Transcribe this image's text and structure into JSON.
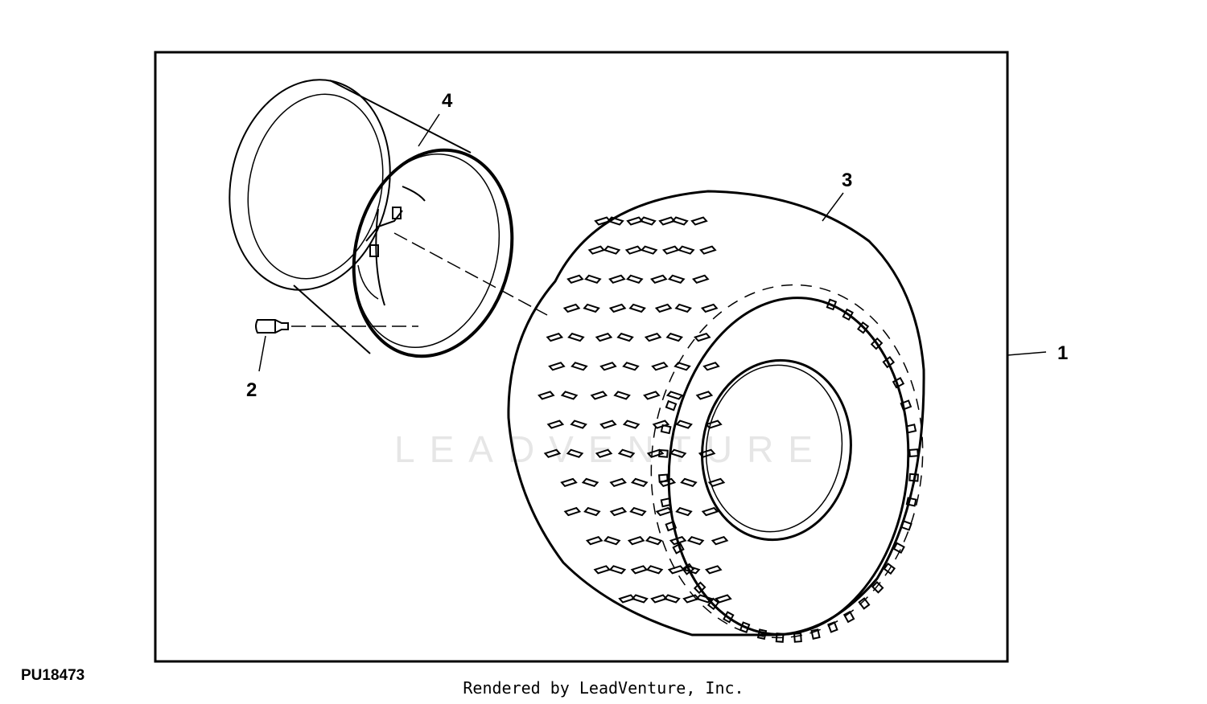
{
  "diagram": {
    "figure_id": "PU18473",
    "credit": "Rendered by LeadVenture, Inc.",
    "watermark": "LEADVENTURE",
    "callouts": [
      {
        "id": "1",
        "label": "1"
      },
      {
        "id": "2",
        "label": "2"
      },
      {
        "id": "3",
        "label": "3"
      },
      {
        "id": "4",
        "label": "4"
      }
    ],
    "parts": [
      "wheel-assembly",
      "valve-stem",
      "tire",
      "rim"
    ]
  }
}
